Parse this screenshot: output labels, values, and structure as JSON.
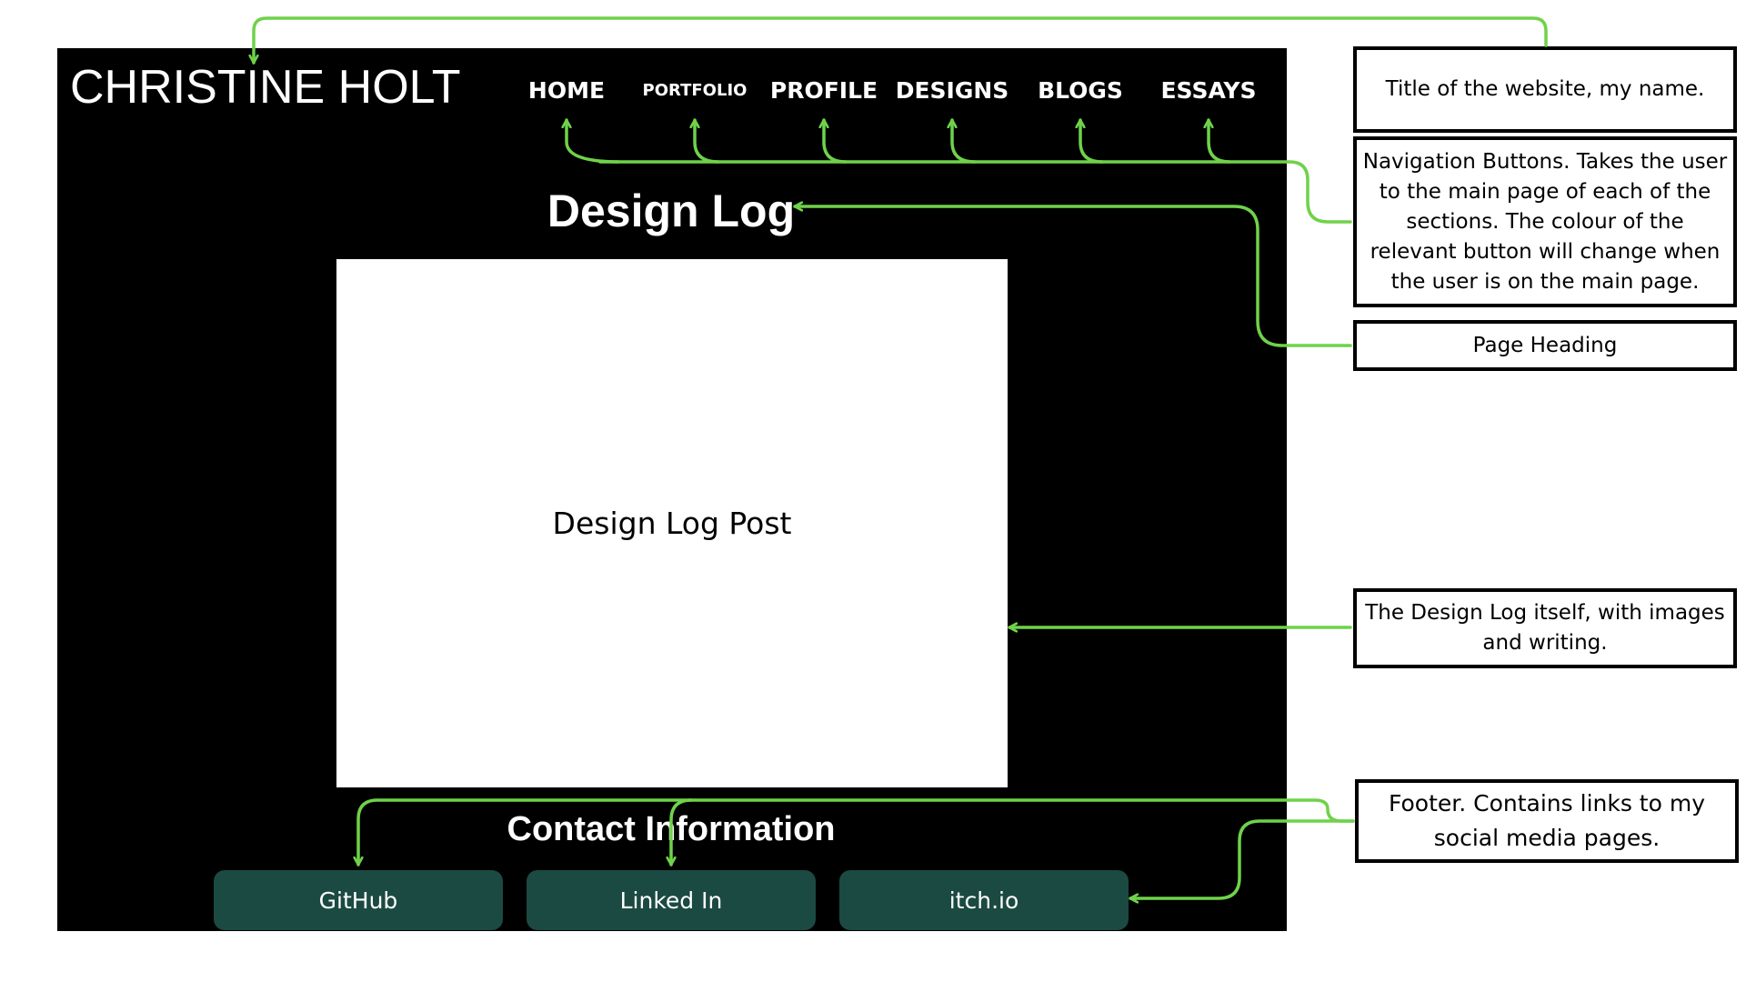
{
  "site": {
    "title": "CHRISTINE HOLT",
    "nav": [
      "HOME",
      "PORTFOLIO",
      "PROFILE",
      "DESIGNS",
      "BLOGS",
      "ESSAYS"
    ],
    "page_heading": "Design Log",
    "post_label": "Design Log Post",
    "contact_heading": "Contact Information",
    "footer_links": [
      "GitHub",
      "Linked In",
      "itch.io"
    ]
  },
  "callouts": {
    "title": "Title of the website, my name.",
    "navigation": "Navigation Buttons. Takes the user to the main page of each of the sections. The colour of the relevant button will change when the user is on the main page.",
    "heading": "Page Heading",
    "design_log": "The Design Log itself, with images and writing.",
    "footer": "Footer. Contains links to my social media pages."
  },
  "colors": {
    "page_background": "#000000",
    "arrow": "#6fd24a",
    "footer_button": "#1b4a42"
  }
}
